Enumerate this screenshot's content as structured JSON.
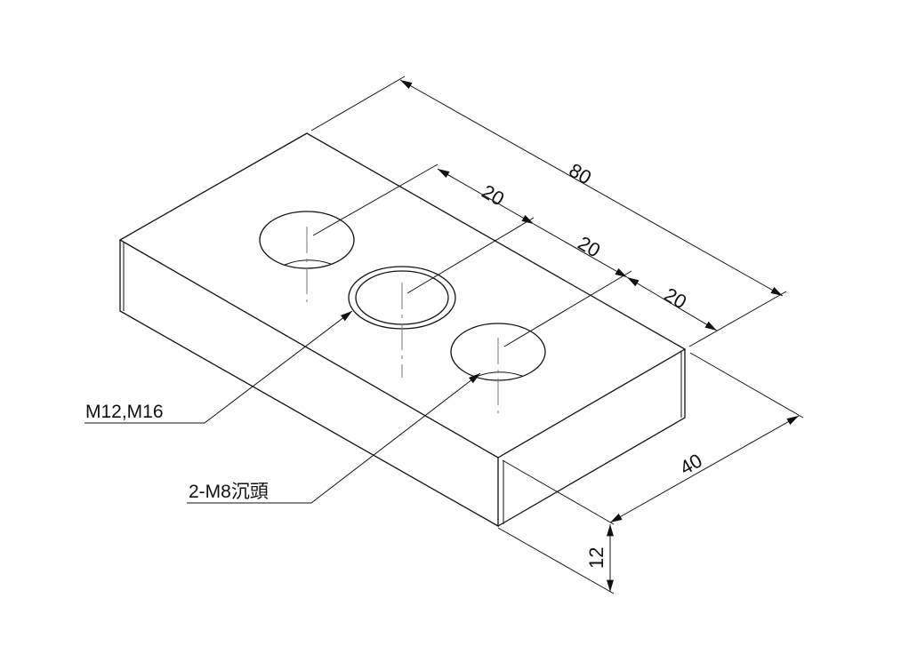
{
  "dimensions": {
    "length": "80",
    "hole_pitch_1": "20",
    "hole_pitch_2": "20",
    "hole_pitch_3": "20",
    "width": "40",
    "thickness": "12"
  },
  "callouts": {
    "center_hole": "M12,M16",
    "side_holes": "2-M8沉頭"
  }
}
